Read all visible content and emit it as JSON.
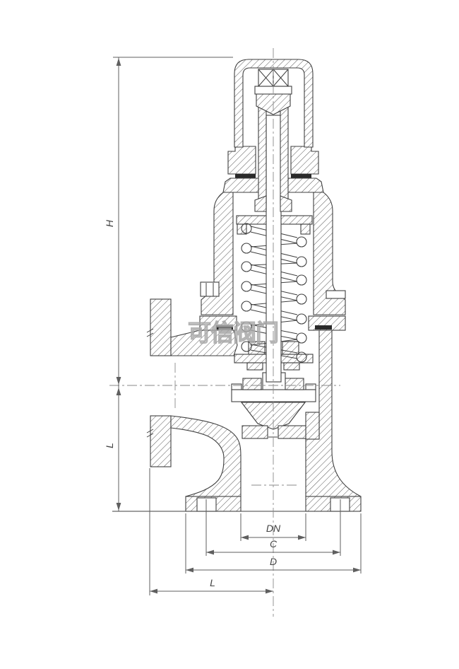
{
  "watermark": {
    "text": "可信阀门"
  },
  "dimensions": {
    "height_label": "H",
    "outlet_drop_label": "L",
    "bore_label": "DN",
    "bolt_circle_label": "C",
    "flange_od_label": "D",
    "center_to_face_label": "L"
  },
  "colors": {
    "background": "#ffffff",
    "outline": "#3f3f3f",
    "hatch": "#5a5a5a",
    "dimension": "#5f5f5f",
    "centerline": "#8a8a8a",
    "label": "#444444",
    "watermark": "#a8a8a8"
  }
}
